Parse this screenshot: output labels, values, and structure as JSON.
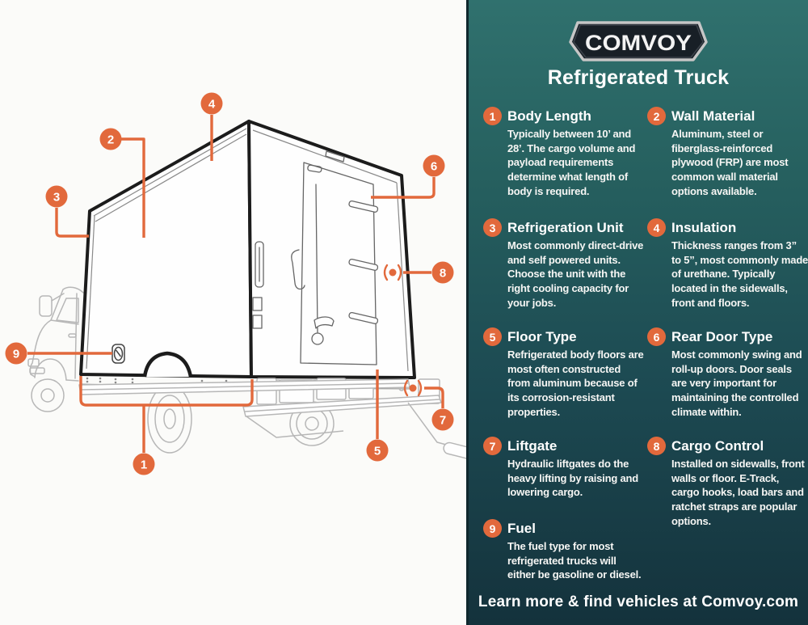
{
  "panel": {
    "brand": "COMVOY",
    "title": "Refrigerated Truck",
    "footer": "Learn more & find vehicles at Comvoy.com",
    "accent_color": "#e2693c",
    "gradient_top": "#30716e",
    "gradient_bottom": "#14323c",
    "items": [
      {
        "num": "1",
        "title": "Body Length",
        "body": "Typically between 10’ and 28’. The cargo volume and payload requirements determine what length of body is required."
      },
      {
        "num": "2",
        "title": "Wall Material",
        "body": "Aluminum, steel or fiberglass-reinforced plywood (FRP) are most common wall material options available."
      },
      {
        "num": "3",
        "title": "Refrigeration Unit",
        "body": "Most commonly direct-drive and self powered units. Choose the unit with the right cooling capacity for your jobs."
      },
      {
        "num": "4",
        "title": "Insulation",
        "body": "Thickness ranges from 3” to 5”, most commonly made of urethane. Typically located in the sidewalls, front and floors."
      },
      {
        "num": "5",
        "title": "Floor Type",
        "body": "Refrigerated body floors are most often constructed from aluminum because of its corrosion-resistant properties."
      },
      {
        "num": "6",
        "title": "Rear Door Type",
        "body": "Most commonly swing and roll-up doors. Door seals are very important for maintaining the controlled climate within."
      },
      {
        "num": "7",
        "title": "Liftgate",
        "body": "Hydraulic liftgates do the heavy lifting by raising and lowering cargo."
      },
      {
        "num": "8",
        "title": "Cargo Control",
        "body": "Installed on sidewalls, front walls or floor. E-Track, cargo hooks, load bars and ratchet straps are popular options."
      },
      {
        "num": "9",
        "title": "Fuel",
        "body": "The fuel type for most refrigerated trucks will either be gasoline or diesel."
      }
    ]
  },
  "diagram": {
    "callouts": [
      "1",
      "2",
      "3",
      "4",
      "5",
      "6",
      "7",
      "8",
      "9"
    ]
  }
}
